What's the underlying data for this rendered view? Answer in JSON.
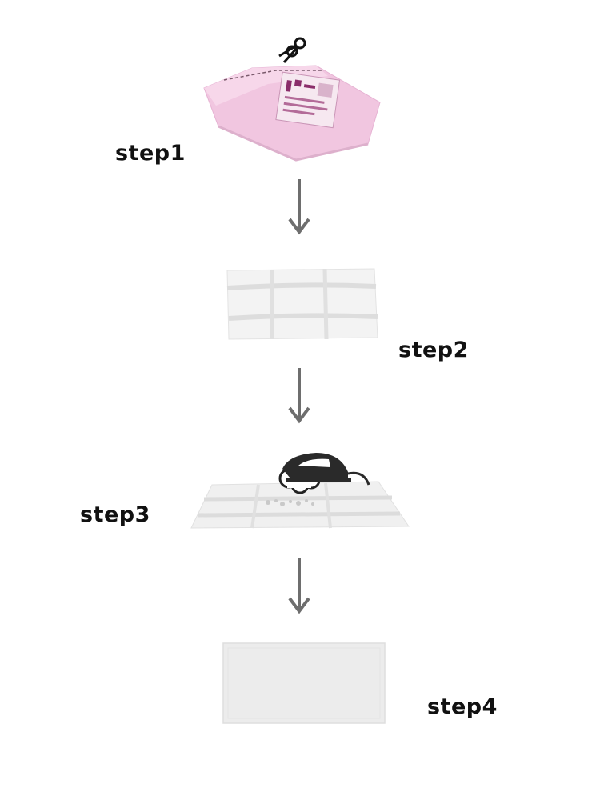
{
  "steps": [
    {
      "label": "step1",
      "illustration": "sealed-pink-package-with-scissors-icon"
    },
    {
      "label": "step2",
      "illustration": "folded-cloth-icon"
    },
    {
      "label": "step3",
      "illustration": "steam-iron-over-cloth-icon"
    },
    {
      "label": "step4",
      "illustration": "flat-cloth-icon"
    }
  ],
  "colors": {
    "package_pink": "#f1c6e0",
    "package_pink_dark": "#e3a7cc",
    "label_magenta": "#8a2d6a",
    "cloth_light": "#f3f3f3",
    "cloth_shadow": "#dedede",
    "arrow_gray": "#6e6e6e",
    "iron_dark": "#2a2a2a",
    "text": "#111111"
  }
}
